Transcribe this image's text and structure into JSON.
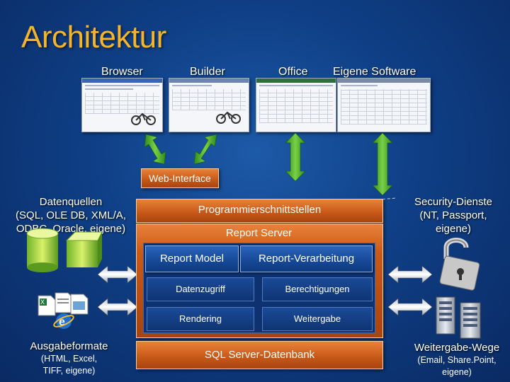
{
  "title": "Architektur",
  "clients": [
    "Browser",
    "Builder",
    "Office",
    "Eigene Software"
  ],
  "web_interface": "Web-Interface",
  "datenquellen": {
    "title": "Datenquellen",
    "line1": "(SQL, OLE DB, XML/A,",
    "line2": "ODBC, Oracle, eigene)"
  },
  "security": {
    "title": "Security-Dienste",
    "line1": "(NT, Passport,",
    "line2": "eigene)"
  },
  "programmierschnittstellen": "Programmierschnittstellen",
  "report_server": "Report Server",
  "report_model": "Report Model",
  "report_verarbeitung": "Report-Verarbeitung",
  "datenzugriff": "Datenzugriff",
  "berechtigungen": "Berechtigungen",
  "rendering": "Rendering",
  "weitergabe": "Weitergabe",
  "sql_server": "SQL Server-Datenbank",
  "ausgabeformate": {
    "title": "Ausgabeformate",
    "line1": "(HTML, Excel,",
    "line2": "TIFF, eigene)"
  },
  "weitergabe_wege": {
    "title": "Weitergabe-Wege",
    "line1": "(Email, Share.Point,",
    "line2": "eigene)"
  },
  "colors": {
    "title": "#f5b52a",
    "orange": "#d2621f",
    "arrow_green": "#4caf2a",
    "background": "#0f3f86"
  },
  "icons": [
    "database-icon",
    "excel-file-icon",
    "image-file-icon",
    "ie-logo-icon",
    "padlock-icon",
    "server-icon"
  ]
}
